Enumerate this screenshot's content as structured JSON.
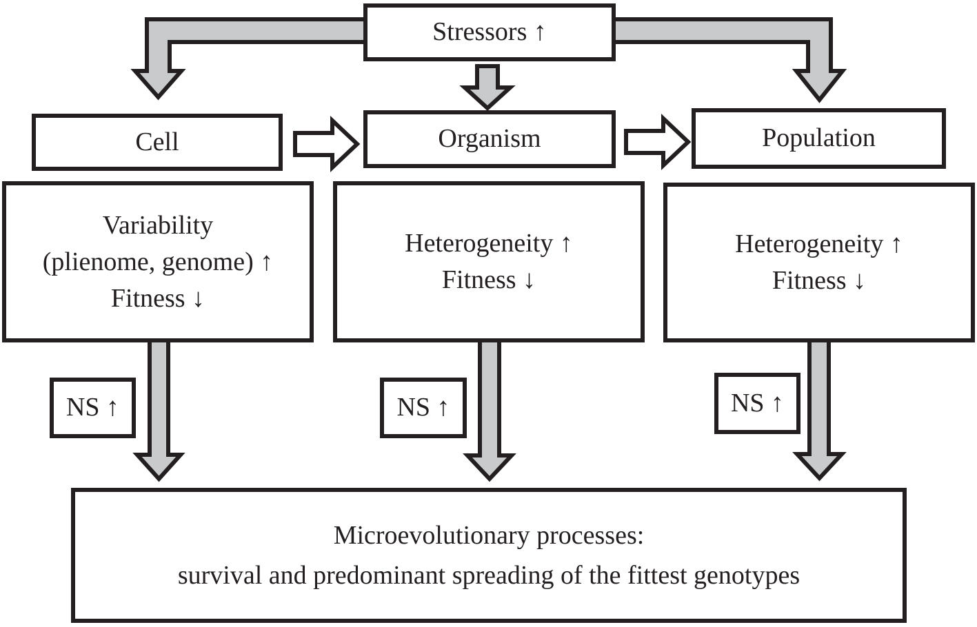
{
  "colors": {
    "border": "#231f20",
    "arrow_fill": "#c9cacb",
    "background": "#ffffff",
    "text": "#231f20"
  },
  "diagram": {
    "stressors_label": "Stressors ↑",
    "levels": [
      {
        "id": "cell",
        "label": "Cell",
        "effect_lines": [
          "Variability",
          "(plienome, genome) ↑",
          "Fitness ↓"
        ],
        "ns_label": "NS ↑"
      },
      {
        "id": "organism",
        "label": "Organism",
        "effect_lines": [
          "Heterogeneity ↑",
          "Fitness ↓"
        ],
        "ns_label": "NS ↑"
      },
      {
        "id": "population",
        "label": "Population",
        "effect_lines": [
          "Heterogeneity ↑",
          "Fitness ↓"
        ],
        "ns_label": "NS ↑"
      }
    ],
    "outcome_lines": [
      "Microevolutionary processes:",
      "survival and predominant spreading of the fittest genotypes"
    ]
  }
}
